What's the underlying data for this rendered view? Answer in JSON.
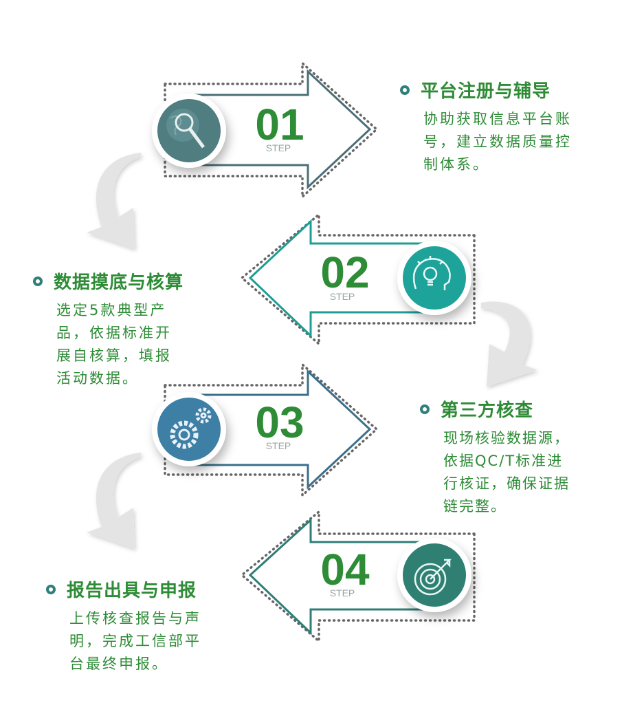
{
  "steps": [
    {
      "number": "01",
      "step_label": "STEP",
      "title": "平台注册与辅导",
      "description": [
        "协助获取信息平台账",
        "号，建立数据质量控",
        "制体系。"
      ],
      "icon": "magnifier-globe-icon",
      "circle_color": "#4f7d80",
      "line_color": "#4a6f76",
      "direction": "right"
    },
    {
      "number": "02",
      "step_label": "STEP",
      "title": "数据摸底与核算",
      "description": [
        "选定5款典型产",
        "品，依据标准开",
        "展自核算，填报",
        "活动数据。"
      ],
      "icon": "lightbulb-head-icon",
      "circle_color": "#1ea39a",
      "line_color": "#1e9d94",
      "direction": "left"
    },
    {
      "number": "03",
      "step_label": "STEP",
      "title": "第三方核查",
      "description": [
        "现场核验数据源，",
        "依据QC/T标准进",
        "行核证，确保证据",
        "链完整。"
      ],
      "icon": "gears-icon",
      "circle_color": "#3e7fa6",
      "line_color": "#3b6f8a",
      "direction": "right"
    },
    {
      "number": "04",
      "step_label": "STEP",
      "title": "报告出具与申报",
      "description": [
        "上传核查报告与声",
        "明，完成工信部平",
        "台最终申报。"
      ],
      "icon": "target-arrow-icon",
      "circle_color": "#2f7f73",
      "line_color": "#2e7d77",
      "direction": "left"
    }
  ],
  "colors": {
    "title": "#2e8b36",
    "number": "#2e8b36",
    "bullet": "#2f7f7a",
    "connector": "#e3e3e3"
  }
}
